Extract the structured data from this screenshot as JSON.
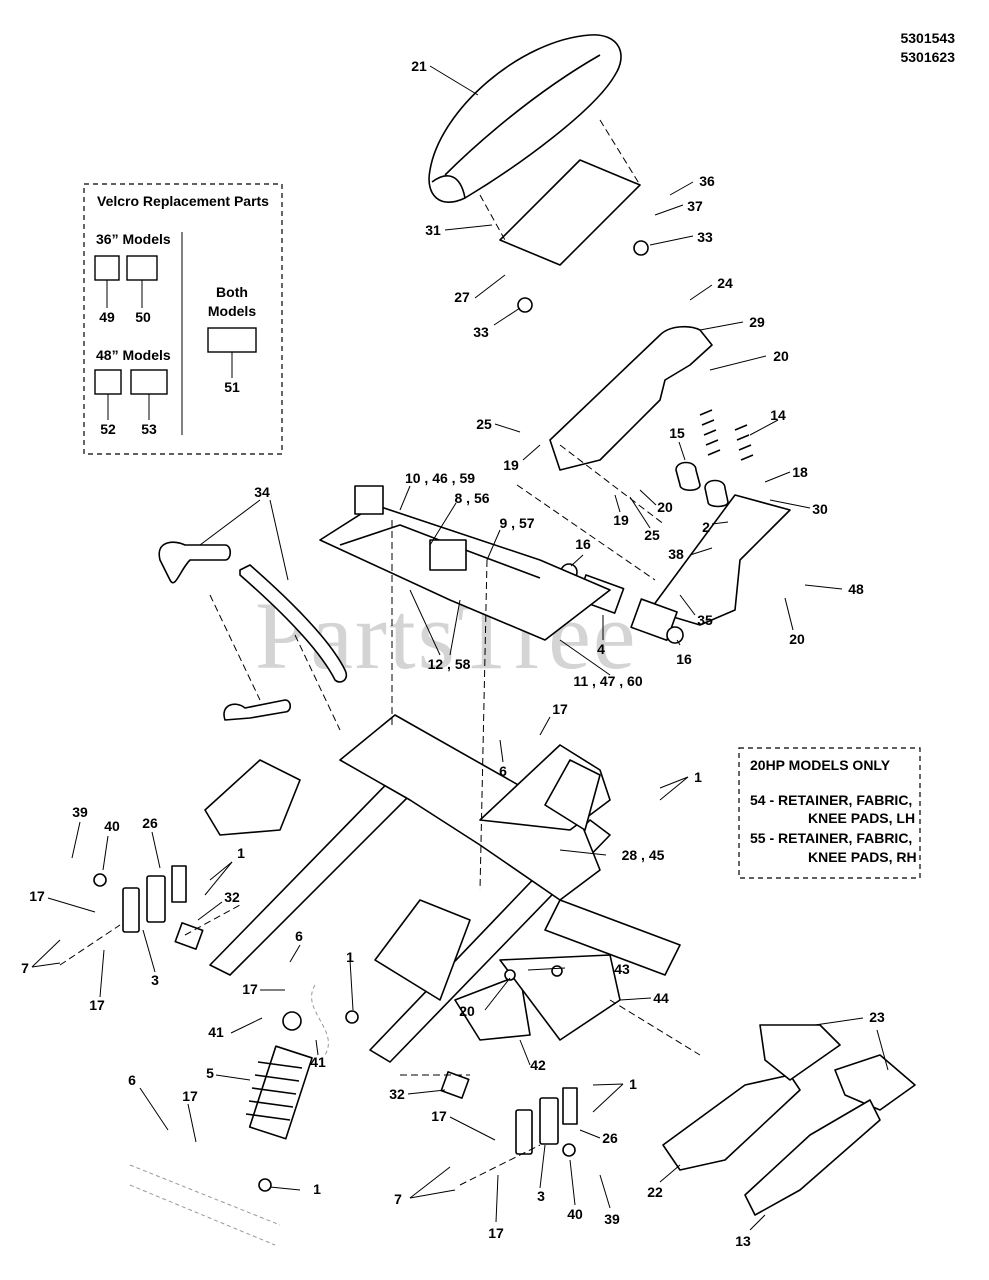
{
  "header": {
    "part_numbers": [
      "5301543",
      "5301623"
    ]
  },
  "watermark": "PartsTree",
  "velcro_box": {
    "title": "Velcro Replacement Parts",
    "models_36": "36” Models",
    "models_48": "48” Models",
    "both": [
      "Both",
      "Models"
    ],
    "items_36": [
      "49",
      "50"
    ],
    "items_48": [
      "52",
      "53"
    ],
    "item_both": "51"
  },
  "hp_box": {
    "title": "20HP MODELS ONLY",
    "lines": [
      "54 - RETAINER, FABRIC,",
      "KNEE PADS, LH",
      "55 - RETAINER, FABRIC,",
      "KNEE PADS, RH"
    ]
  },
  "callouts": [
    "21",
    "36",
    "37",
    "31",
    "33",
    "27",
    "33",
    "24",
    "29",
    "20",
    "25",
    "19",
    "14",
    "15",
    "18",
    "20",
    "19",
    "25",
    "2",
    "30",
    "10 , 46 , 59",
    "8 , 56",
    "9 , 57",
    "34",
    "16",
    "38",
    "4",
    "35",
    "48",
    "12 , 58",
    "11 , 47 , 60",
    "16",
    "20",
    "17",
    "6",
    "1",
    "28 , 45",
    "39",
    "40",
    "26",
    "1",
    "17",
    "32",
    "3",
    "7",
    "17",
    "6",
    "17",
    "1",
    "41",
    "41",
    "5",
    "43",
    "20",
    "44",
    "42",
    "23",
    "32",
    "1",
    "17",
    "26",
    "6",
    "17",
    "1",
    "7",
    "3",
    "40",
    "39",
    "17",
    "22",
    "13"
  ]
}
